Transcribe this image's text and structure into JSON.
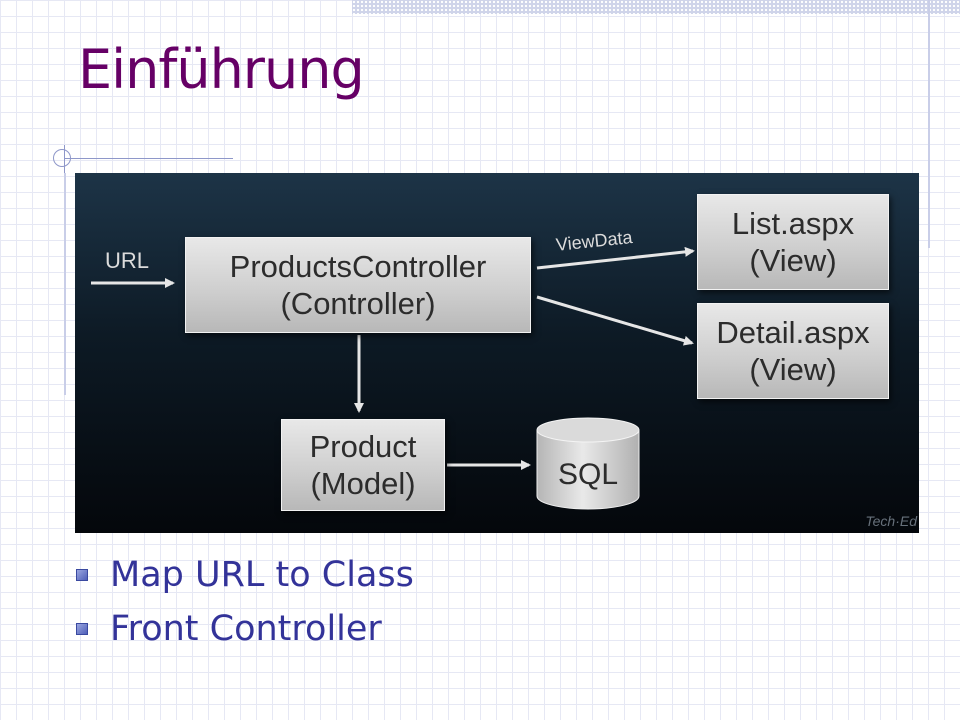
{
  "slide": {
    "title": "Einführung",
    "bullets": [
      "Map URL to Class",
      "Front Controller"
    ]
  },
  "diagram": {
    "input_label": "URL",
    "arrow_label": "ViewData",
    "controller": {
      "name": "ProductsController",
      "role": "(Controller)"
    },
    "views": [
      {
        "name": "List.aspx",
        "role": "(View)"
      },
      {
        "name": "Detail.aspx",
        "role": "(View)"
      }
    ],
    "model": {
      "name": "Product",
      "role": "(Model)"
    },
    "database": "SQL",
    "watermark": "Tech·Ed"
  },
  "colors": {
    "title": "#660066",
    "bullet_text": "#333399",
    "diagram_background": "#0d1a25"
  }
}
